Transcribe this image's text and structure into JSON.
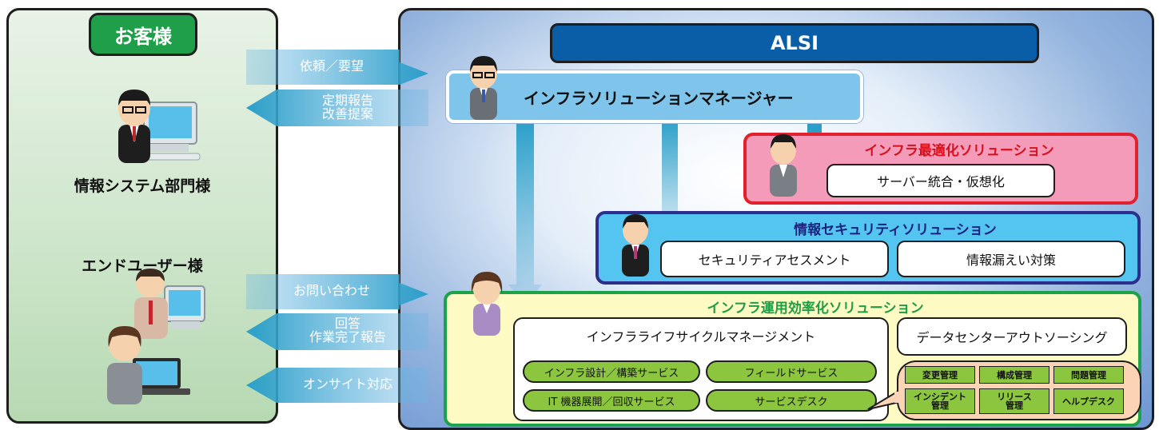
{
  "customer": {
    "title": "お客様",
    "it_department": "情報システム部門様",
    "end_users": "エンドユーザー様"
  },
  "arrows": {
    "request": "依頼／要望",
    "report_line1": "定期報告",
    "report_line2": "改善提案",
    "inquiry": "お問い合わせ",
    "answer_line1": "回答",
    "answer_line2": "作業完了報告",
    "onsite": "オンサイト対応"
  },
  "alsi": {
    "title": "ALSI",
    "manager": "インフラソリューションマネージャー",
    "optimization": {
      "title": "インフラ最適化ソリューション",
      "items": [
        "サーバー統合・仮想化"
      ]
    },
    "security": {
      "title": "情報セキュリティソリューション",
      "items": [
        "セキュリティアセスメント",
        "情報漏えい対策"
      ]
    },
    "efficiency": {
      "title": "インフラ運用効率化ソリューション",
      "lifecycle": {
        "title": "インフラライフサイクルマネージメント",
        "services": [
          "インフラ設計／構築サービス",
          "フィールドサービス",
          "IT 機器展開／回収サービス",
          "サービスデスク"
        ]
      },
      "datacenter": "データセンターアウトソーシング",
      "processes": {
        "change": "変更管理",
        "config": "構成管理",
        "problem": "問題管理",
        "incident_1": "インシデント",
        "incident_2": "管理",
        "release_1": "リリース",
        "release_2": "管理",
        "helpdesk": "ヘルプデスク"
      }
    }
  },
  "colors": {
    "customer_green": "#1f9f49",
    "alsi_blue": "#0a5ea8",
    "optimization_red": "#e3202e",
    "security_navy": "#2e2e8c",
    "efficiency_green": "#1aa34a",
    "service_green": "#8cc63f"
  }
}
